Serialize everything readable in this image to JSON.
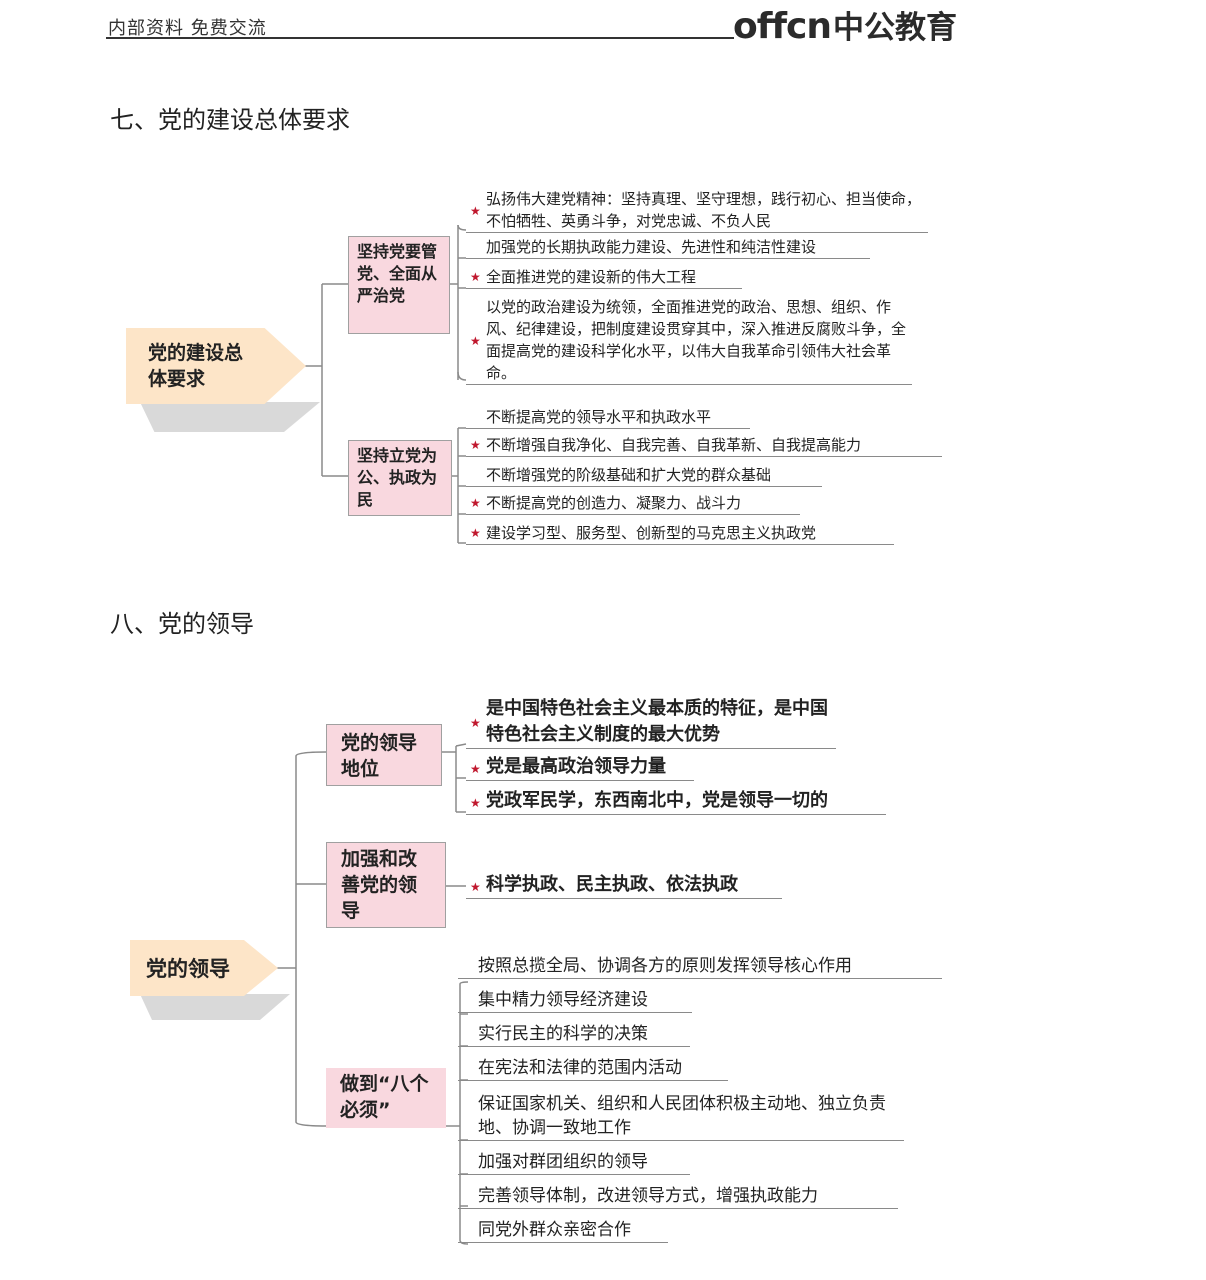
{
  "header": {
    "left_text": "内部资料 免费交流",
    "logo_en": "offcn",
    "logo_cn": "中公教育"
  },
  "section7": {
    "heading": "七、党的建设总体要求",
    "root": "党的建设总体要求",
    "branch1": {
      "label": "坚持党要管党、全面从严治党",
      "items": [
        {
          "star": true,
          "text": "弘扬伟大建党精神：坚持真理、坚守理想，践行初心、担当使命，不怕牺牲、英勇斗争，对党忠诚、不负人民"
        },
        {
          "star": false,
          "text": "加强党的长期执政能力建设、先进性和纯洁性建设"
        },
        {
          "star": true,
          "text": "全面推进党的建设新的伟大工程"
        },
        {
          "star": true,
          "text": "以党的政治建设为统领，全面推进党的政治、思想、组织、作风、纪律建设，把制度建设贯穿其中，深入推进反腐败斗争，全面提高党的建设科学化水平，以伟大自我革命引领伟大社会革命。"
        }
      ]
    },
    "branch2": {
      "label": "坚持立党为公、执政为民",
      "items": [
        {
          "star": false,
          "text": "不断提高党的领导水平和执政水平"
        },
        {
          "star": true,
          "text": "不断增强自我净化、自我完善、自我革新、自我提高能力"
        },
        {
          "star": false,
          "text": "不断增强党的阶级基础和扩大党的群众基础"
        },
        {
          "star": true,
          "text": "不断提高党的创造力、凝聚力、战斗力"
        },
        {
          "star": true,
          "text": "建设学习型、服务型、创新型的马克思主义执政党"
        }
      ]
    }
  },
  "section8": {
    "heading": "八、党的领导",
    "root": "党的领导",
    "branch1": {
      "label": "党的领导地位",
      "items": [
        {
          "star": true,
          "text": "是中国特色社会主义最本质的特征，是中国特色社会主义制度的最大优势"
        },
        {
          "star": true,
          "text": "党是最高政治领导力量"
        },
        {
          "star": true,
          "text": "党政军民学，东西南北中，党是领导一切的"
        }
      ]
    },
    "branch2": {
      "label": "加强和改善党的领导",
      "items": [
        {
          "star": true,
          "text": "科学执政、民主执政、依法执政"
        }
      ]
    },
    "branch3": {
      "label": "做到“八个必须”",
      "items": [
        {
          "star": false,
          "text": "按照总揽全局、协调各方的原则发挥领导核心作用"
        },
        {
          "star": false,
          "text": "集中精力领导经济建设"
        },
        {
          "star": false,
          "text": "实行民主的科学的决策"
        },
        {
          "star": false,
          "text": "在宪法和法律的范围内活动"
        },
        {
          "star": false,
          "text": "保证国家机关、组织和人民团体积极主动地、独立负责地、协调一致地工作"
        },
        {
          "star": false,
          "text": "加强对群团组织的领导"
        },
        {
          "star": false,
          "text": "完善领导体制，改进领导方式，增强执政能力"
        },
        {
          "star": false,
          "text": "同党外群众亲密合作"
        }
      ]
    }
  },
  "colors": {
    "star": "#c0182e",
    "root_fill": "#fde5c8",
    "sub_fill": "#f9d8df"
  }
}
